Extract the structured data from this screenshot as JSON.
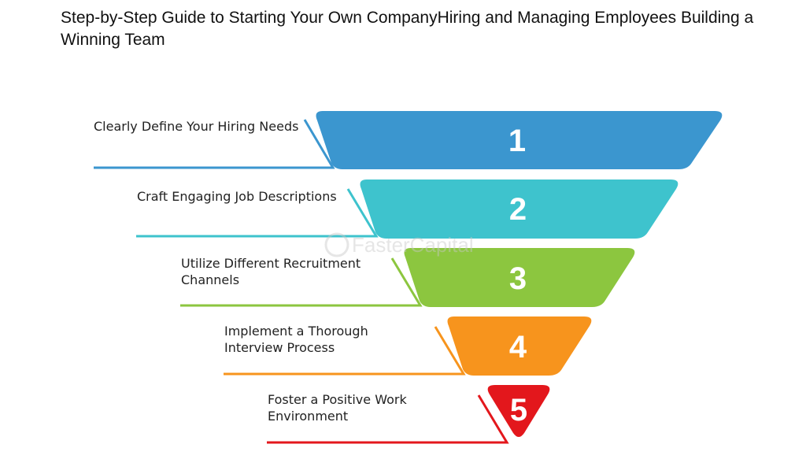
{
  "title": "Step-by-Step Guide to Starting Your Own CompanyHiring and Managing Employees Building a Winning Team",
  "watermark": "FasterCapital",
  "steps": [
    {
      "number": "1",
      "label": "Clearly Define Your Hiring Needs",
      "color": "#3b96cf"
    },
    {
      "number": "2",
      "label": "Craft Engaging Job Descriptions",
      "color": "#3ec3cd"
    },
    {
      "number": "3",
      "label": "Utilize Different Recruitment Channels",
      "color": "#8cc63f"
    },
    {
      "number": "4",
      "label": "Implement a Thorough Interview Process",
      "color": "#f7941d"
    },
    {
      "number": "5",
      "label": "Foster a Positive Work Environment",
      "color": "#e3171c"
    }
  ]
}
